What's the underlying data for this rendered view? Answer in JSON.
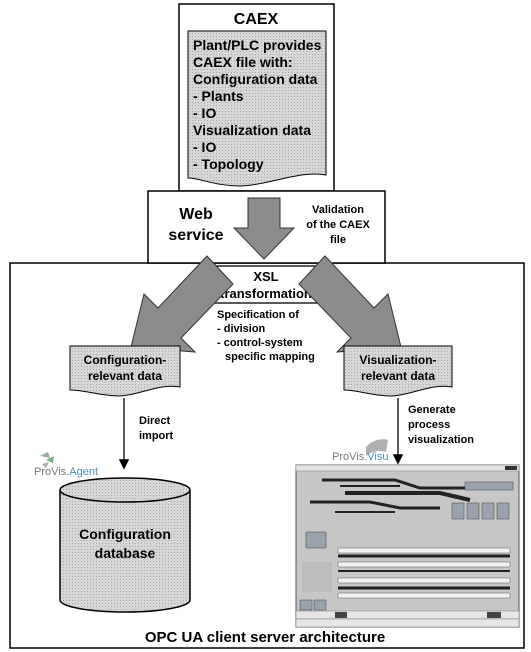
{
  "caex": {
    "title": "CAEX",
    "lines": [
      "Plant/PLC provides",
      "CAEX file with:",
      "Configuration data",
      "- Plants",
      "- IO",
      "Visualization data",
      "- IO",
      "- Topology"
    ]
  },
  "web_service": {
    "lines": [
      "Web",
      "service"
    ]
  },
  "validation": {
    "lines": [
      "Validation",
      "of the CAEX",
      "file"
    ]
  },
  "xsl": {
    "lines": [
      "XSL",
      "transformation"
    ]
  },
  "specification": {
    "lines": [
      "Specification of",
      "- division",
      "- control-system",
      "  specific mapping"
    ]
  },
  "config_data": {
    "lines": [
      "Configuration-",
      "relevant data"
    ]
  },
  "visual_data": {
    "lines": [
      "Visualization-",
      "relevant data"
    ]
  },
  "direct_import": {
    "lines": [
      "Direct",
      "import"
    ]
  },
  "generate": {
    "lines": [
      "Generate",
      "process",
      "visualization"
    ]
  },
  "provis_agent": {
    "prefix": "ProVis.",
    "suffix": "Agent"
  },
  "provis_visu": {
    "prefix": "ProVis.",
    "suffix": "Visu"
  },
  "database": {
    "lines": [
      "Configuration",
      "database"
    ]
  },
  "footer": "OPC UA client server architecture",
  "colors": {
    "doc_fill": "#d2d2d2",
    "arrow_fill": "#8c8c8c",
    "screen_bg": "#c7c7c7"
  }
}
